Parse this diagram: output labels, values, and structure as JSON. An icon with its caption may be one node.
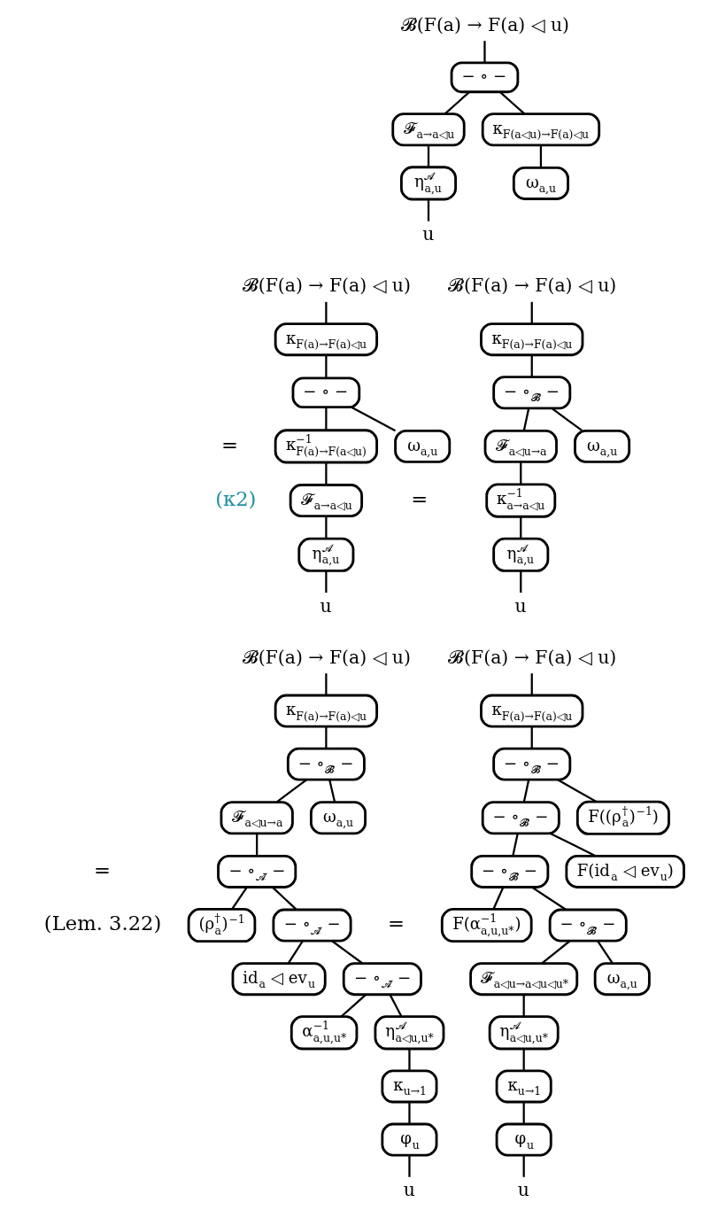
{
  "diagram": {
    "nodes": [
      {
        "text": [
          "𝓑(F(a) → F(a) ◁ u)"
        ]
      },
      {
        "text": [
          "− ∘ −"
        ]
      },
      {
        "text": [
          "𝓕$_{a→a◁u}$"
        ]
      },
      {
        "text": [
          "κ$_{F(a◁u)→F(a)◁u}$"
        ]
      },
      {
        "text": [
          "η$^{𝓐}$$_{a,u}$"
        ]
      },
      {
        "text": [
          "ω$_{a,u}$"
        ]
      },
      {
        "text": [
          "u"
        ]
      },
      {
        "text": [
          "𝓑(F(a) → F(a) ◁ u)"
        ]
      },
      {
        "text": [
          "κ$_{F(a)→F(a)◁u}$"
        ]
      },
      {
        "text": [
          "− ∘ −"
        ]
      },
      {
        "text": [
          "κ$^{−1}$$_{F(a)→F(a◁u)}$"
        ]
      },
      {
        "text": [
          "ω$_{a,u}$"
        ]
      },
      {
        "text": [
          "𝓕$_{a→a◁u}$"
        ]
      },
      {
        "text": [
          "η$^{𝓐}$$_{a,u}$"
        ]
      },
      {
        "text": [
          "u"
        ]
      },
      {
        "text": [
          "𝓑(F(a) → F(a) ◁ u)"
        ]
      },
      {
        "text": [
          "κ$_{F(a)→F(a)◁u}$"
        ]
      },
      {
        "text": [
          "− ∘$_{𝓑̄}$ −"
        ]
      },
      {
        "text": [
          "𝓕$_{a◁u→a}$"
        ]
      },
      {
        "text": [
          "ω$_{a,u}$"
        ]
      },
      {
        "text": [
          "κ$^{−1}$$_{a→a◁u}$"
        ]
      },
      {
        "text": [
          "η$^{𝓐}$$_{a,u}$"
        ]
      },
      {
        "text": [
          "u"
        ]
      },
      {
        "text": [
          "𝓑(F(a) → F(a) ◁ u)"
        ]
      },
      {
        "text": [
          "κ$_{F(a)→F(a)◁u}$"
        ]
      },
      {
        "text": [
          "− ∘$_{𝓑̄}$ −"
        ]
      },
      {
        "text": [
          "𝓕$_{a◁u→a}$"
        ]
      },
      {
        "text": [
          "ω$_{a,u}$"
        ]
      },
      {
        "text": [
          "− ∘$_{𝓐̄}$ −"
        ]
      },
      {
        "text": [
          "(ρ$^{†}$$_{a}$)$^{−1}$"
        ]
      },
      {
        "text": [
          "− ∘$_{𝓐̄}$ −"
        ]
      },
      {
        "text": [
          "id$_{a}$ ◁ ev$_{u}$"
        ]
      },
      {
        "text": [
          "− ∘$_{𝓐̄}$ −"
        ]
      },
      {
        "text": [
          "α$^{−1}$$_{a,u,u*}$"
        ]
      },
      {
        "text": [
          "η$^{𝓐}$$_{a◁u,u*}$"
        ]
      },
      {
        "text": [
          "κ$_{u→1}$"
        ]
      },
      {
        "text": [
          "φ$_{u}$"
        ]
      },
      {
        "text": [
          "u"
        ]
      },
      {
        "text": [
          "𝓑(F(a) → F(a) ◁ u)"
        ]
      },
      {
        "text": [
          "κ$_{F(a)→F(a)◁u}$"
        ]
      },
      {
        "text": [
          "− ∘$_{𝓑̄}$ −"
        ]
      },
      {
        "text": [
          "F((ρ$^{†}$$_{a}$)$^{−1}$)"
        ]
      },
      {
        "text": [
          "− ∘$_{𝓑̄}$ −"
        ]
      },
      {
        "text": [
          "F(id$_{a}$ ◁ ev$_{u}$)"
        ]
      },
      {
        "text": [
          "− ∘$_{𝓑̄}$ −"
        ]
      },
      {
        "text": [
          "F(α$^{−1}$$_{a,u,u*}$)"
        ]
      },
      {
        "text": [
          "− ∘$_{𝓑̄}$ −"
        ]
      },
      {
        "text": [
          "𝓕$_{a◁u→a◁u◁u*}$"
        ]
      },
      {
        "text": [
          "ω$_{a,u}$"
        ]
      },
      {
        "text": [
          "η$^{𝓐}$$_{a◁u,u*}$"
        ]
      },
      {
        "text": [
          "κ$_{u→1}$"
        ]
      },
      {
        "text": [
          "φ$_{u}$"
        ]
      },
      {
        "text": [
          "u"
        ]
      }
    ],
    "edges": [
      {
        "from": 0,
        "to": 1,
        "arrow": "none"
      },
      {
        "from": 1,
        "to": 2,
        "arrow": "none"
      },
      {
        "from": 1,
        "to": 3,
        "arrow": "none"
      },
      {
        "from": 2,
        "to": 4,
        "arrow": "none"
      },
      {
        "from": 3,
        "to": 5,
        "arrow": "none"
      },
      {
        "from": 4,
        "to": 6,
        "arrow": "none"
      },
      {
        "from": 7,
        "to": 8,
        "arrow": "none"
      },
      {
        "from": 8,
        "to": 9,
        "arrow": "none"
      },
      {
        "from": 9,
        "to": 10,
        "arrow": "none"
      },
      {
        "from": 9,
        "to": 11,
        "arrow": "none"
      },
      {
        "from": 10,
        "to": 12,
        "arrow": "none"
      },
      {
        "from": 12,
        "to": 13,
        "arrow": "none"
      },
      {
        "from": 13,
        "to": 14,
        "arrow": "none"
      },
      {
        "from": 15,
        "to": 16,
        "arrow": "none"
      },
      {
        "from": 16,
        "to": 17,
        "arrow": "none"
      },
      {
        "from": 17,
        "to": 18,
        "arrow": "none"
      },
      {
        "from": 17,
        "to": 19,
        "arrow": "none"
      },
      {
        "from": 18,
        "to": 20,
        "arrow": "none"
      },
      {
        "from": 20,
        "to": 21,
        "arrow": "none"
      },
      {
        "from": 21,
        "to": 22,
        "arrow": "none"
      },
      {
        "from": 23,
        "to": 24,
        "arrow": "none"
      },
      {
        "from": 24,
        "to": 25,
        "arrow": "none"
      },
      {
        "from": 25,
        "to": 26,
        "arrow": "none"
      },
      {
        "from": 25,
        "to": 27,
        "arrow": "none"
      },
      {
        "from": 26,
        "to": 28,
        "arrow": "none"
      },
      {
        "from": 28,
        "to": 29,
        "arrow": "none"
      },
      {
        "from": 28,
        "to": 30,
        "arrow": "none"
      },
      {
        "from": 30,
        "to": 31,
        "arrow": "none"
      },
      {
        "from": 30,
        "to": 32,
        "arrow": "none"
      },
      {
        "from": 32,
        "to": 33,
        "arrow": "none"
      },
      {
        "from": 32,
        "to": 34,
        "arrow": "none"
      },
      {
        "from": 34,
        "to": 35,
        "arrow": "none"
      },
      {
        "from": 35,
        "to": 36,
        "arrow": "none"
      },
      {
        "from": 36,
        "to": 37,
        "arrow": "none"
      },
      {
        "from": 38,
        "to": 39,
        "arrow": "none"
      },
      {
        "from": 39,
        "to": 40,
        "arrow": "none"
      },
      {
        "from": 40,
        "to": 41,
        "arrow": "none"
      },
      {
        "from": 40,
        "to": 42,
        "arrow": "none"
      },
      {
        "from": 42,
        "to": 43,
        "arrow": "none"
      },
      {
        "from": 42,
        "to": 44,
        "arrow": "none"
      },
      {
        "from": 44,
        "to": 45,
        "arrow": "none"
      },
      {
        "from": 44,
        "to": 46,
        "arrow": "none"
      },
      {
        "from": 46,
        "to": 47,
        "arrow": "none"
      },
      {
        "from": 46,
        "to": 48,
        "arrow": "none"
      },
      {
        "from": 47,
        "to": 49,
        "arrow": "none"
      },
      {
        "from": 49,
        "to": 50,
        "arrow": "none"
      },
      {
        "from": 50,
        "to": 51,
        "arrow": "none"
      },
      {
        "from": 51,
        "to": 52,
        "arrow": "none"
      }
    ],
    "labels": [
      "=",
      "(κ2)",
      "=",
      "=",
      "(Lem. 3.22)",
      "="
    ]
  }
}
